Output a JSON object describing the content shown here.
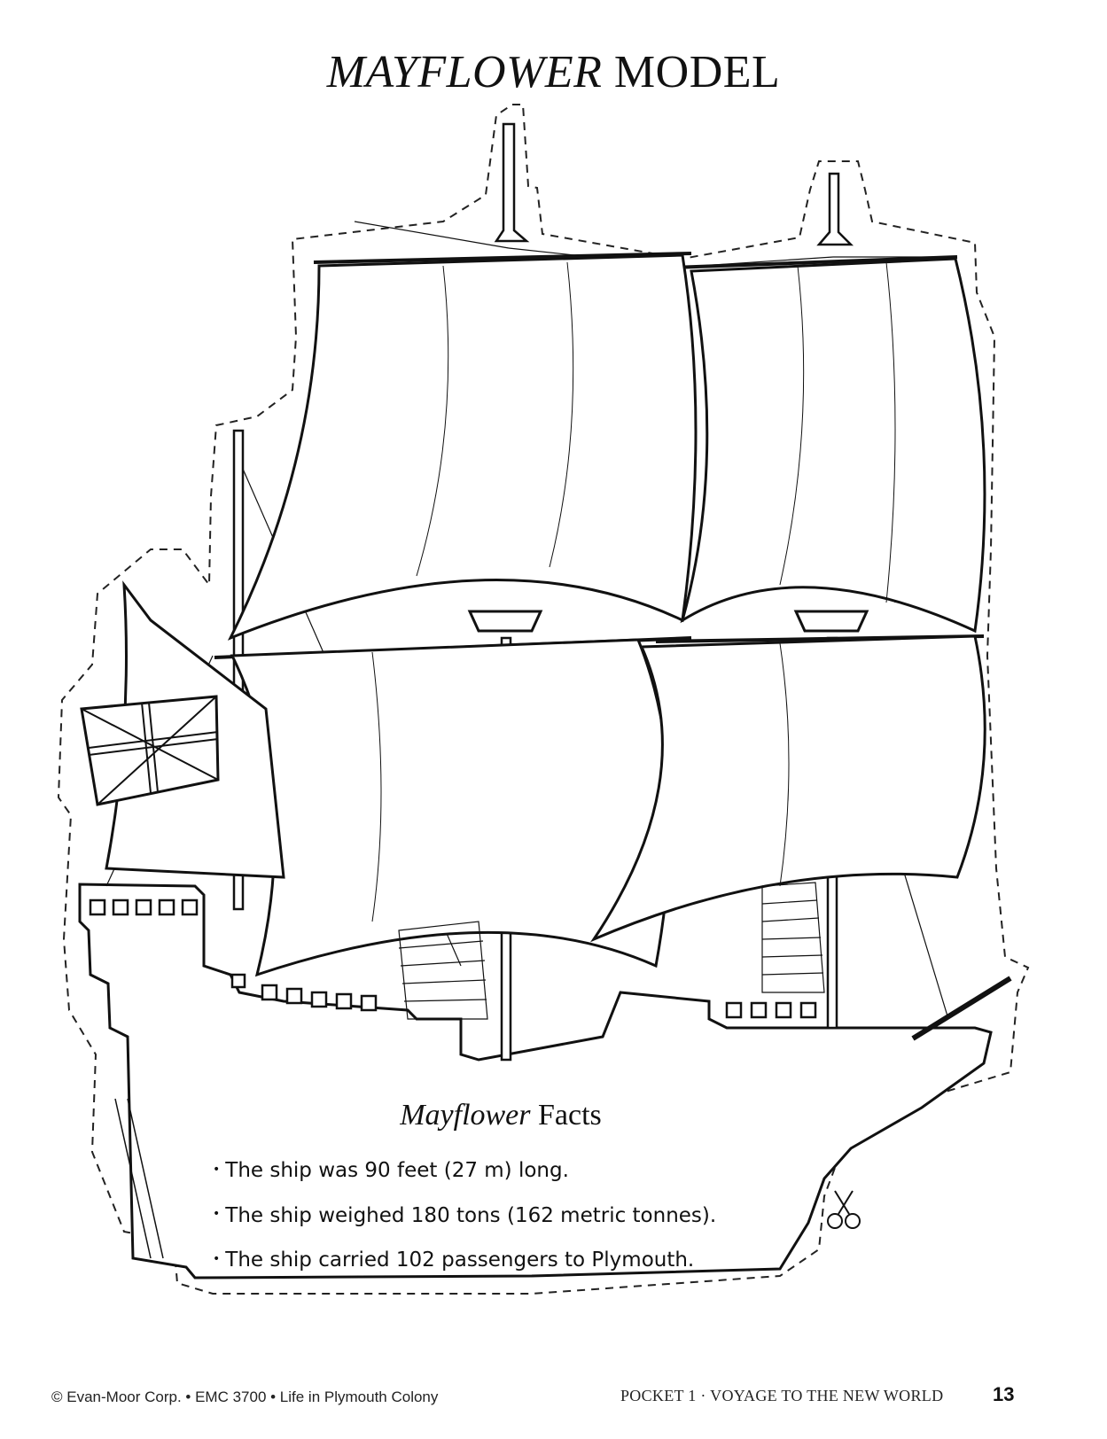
{
  "title": {
    "emphasis": "MAYFLOWER",
    "rest": " MODEL"
  },
  "facts": {
    "heading_emphasis": "Mayflower",
    "heading_rest": " Facts",
    "items": [
      "The ship was 90 feet (27 m) long.",
      "The ship weighed 180 tons (162 metric tonnes).",
      "The ship carried 102 passengers to Plymouth."
    ]
  },
  "footer": {
    "left": "© Evan-Moor Corp. • EMC 3700 • Life in Plymouth Colony",
    "right": "POCKET 1 · VOYAGE TO THE NEW WORLD",
    "page_number": "13"
  },
  "icons": [
    "scissors-icon",
    "flag-icon",
    "ship-illustration"
  ]
}
